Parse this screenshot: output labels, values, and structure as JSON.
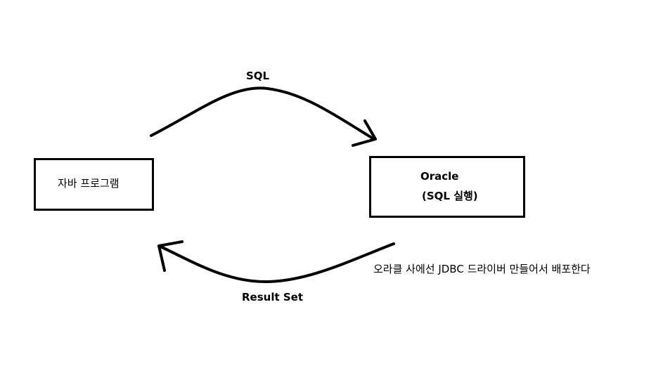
{
  "diagram": {
    "java_box": {
      "label": "자바 프로그램"
    },
    "oracle_box": {
      "title": "Oracle",
      "subtitle": "(SQL 실행)"
    },
    "top_arrow": {
      "label": "SQL"
    },
    "bottom_arrow": {
      "label": "Result Set"
    },
    "note": "오라클 사에선 JDBC 드라이버 만들어서 배포한다"
  },
  "colors": {
    "stroke": "#000000",
    "background": "#ffffff"
  }
}
